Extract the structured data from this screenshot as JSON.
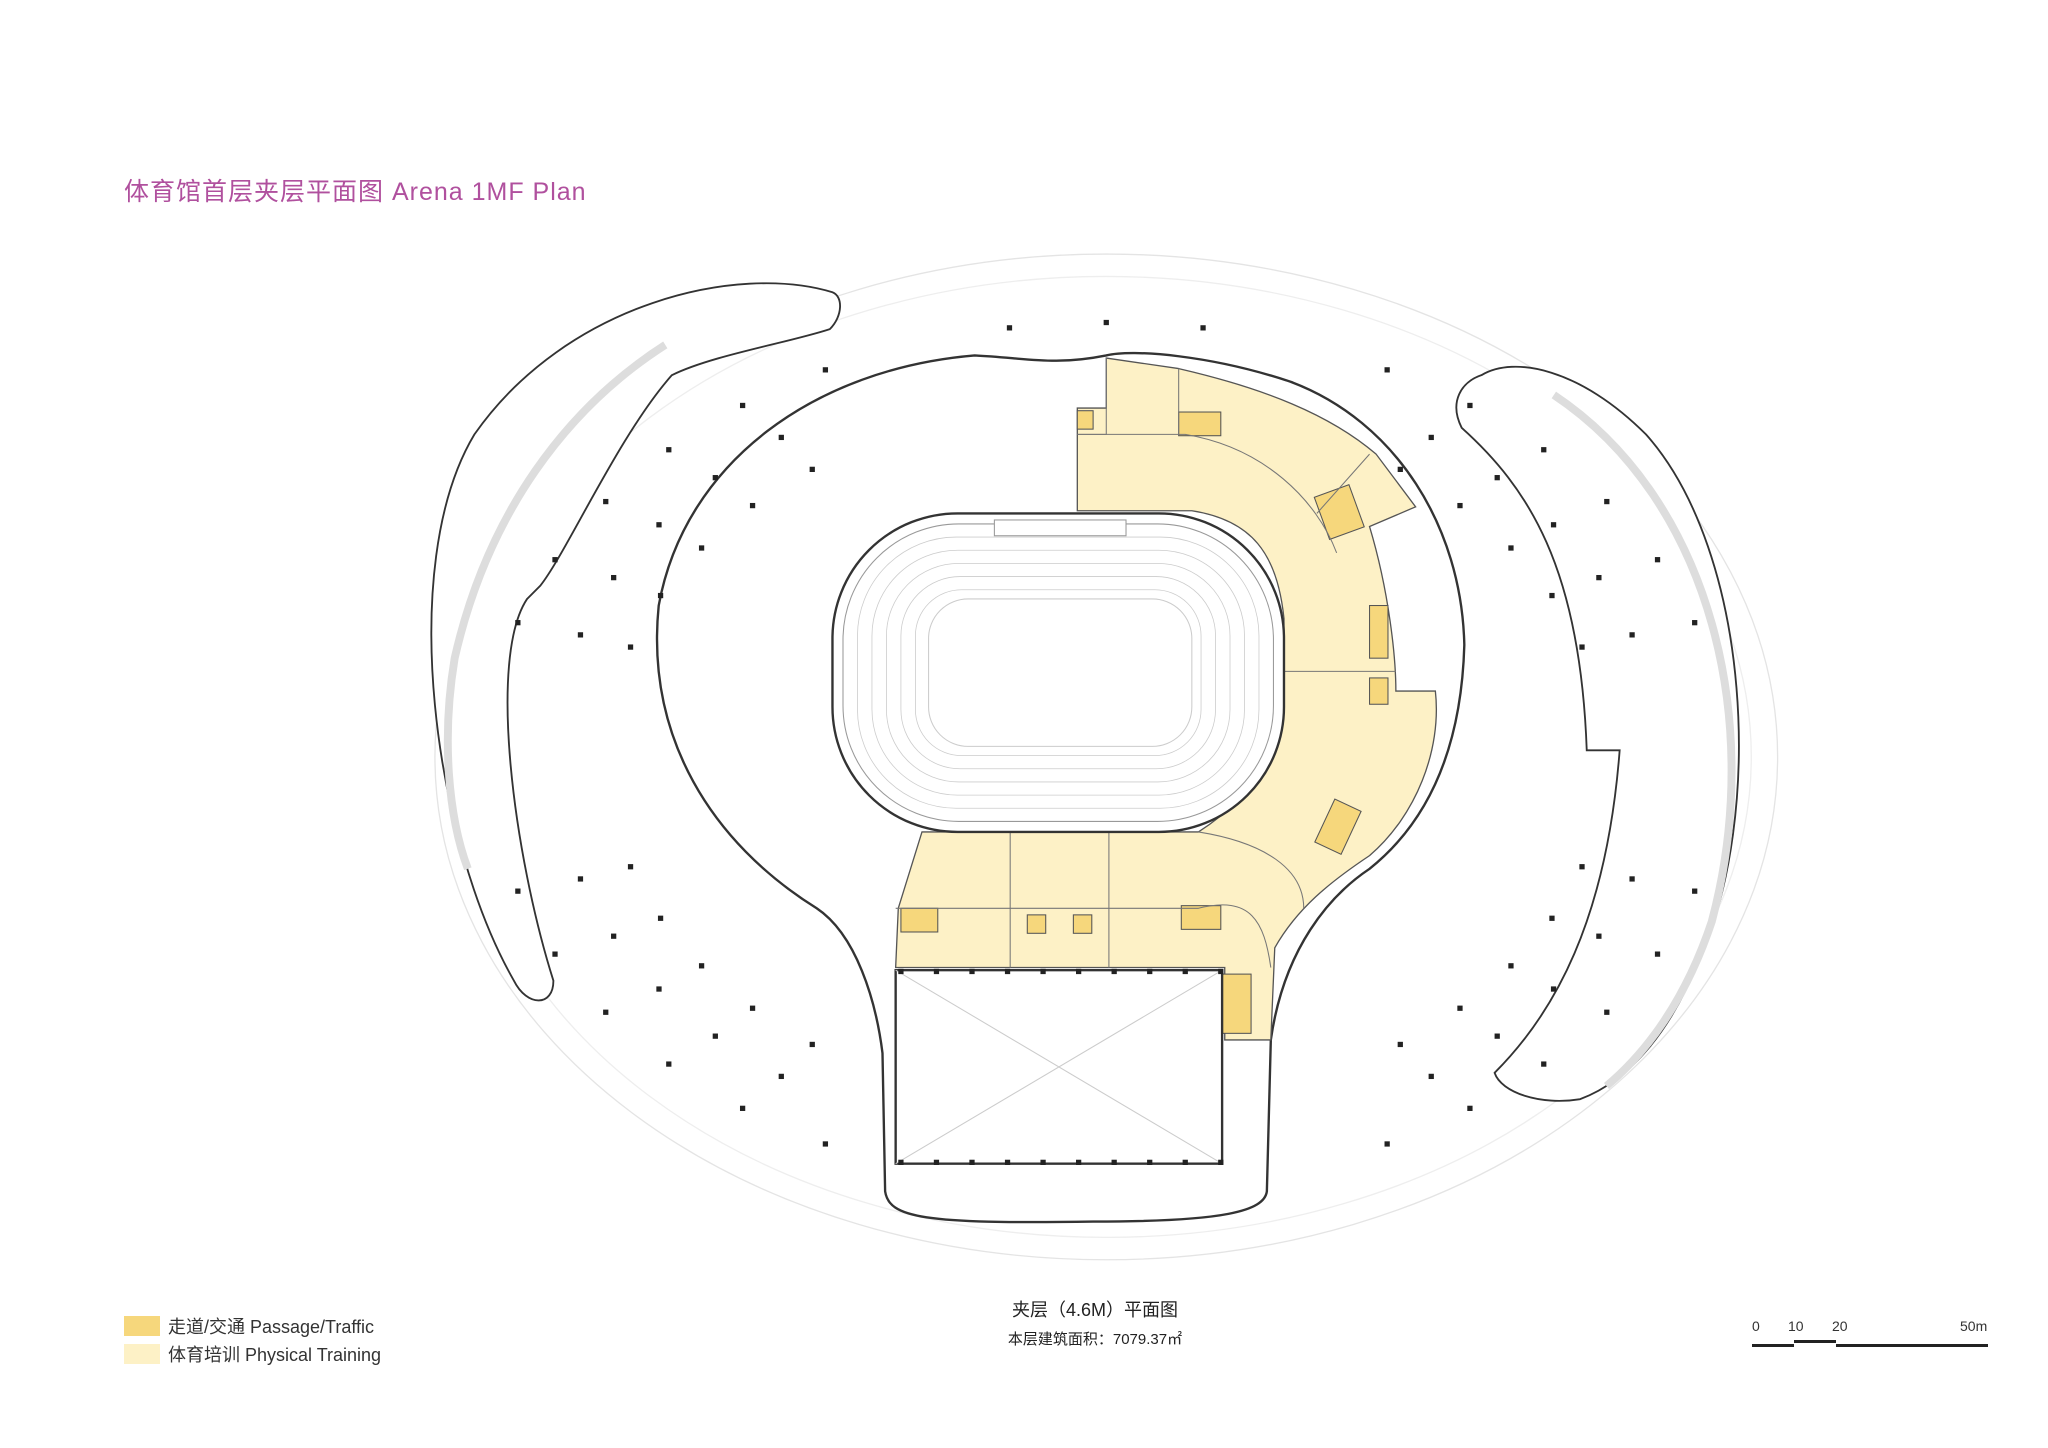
{
  "title": "体育馆首层夹层平面图 Arena 1MF Plan",
  "legend": [
    {
      "label": "走道/交通 Passage/Traffic",
      "color": "#f6d77c"
    },
    {
      "label": "体育培训 Physical Training",
      "color": "#fdf1c6"
    }
  ],
  "caption": {
    "plan_name": "夹层（4.6M）平面图",
    "area": "本层建筑面积：7079.37㎡"
  },
  "scale_bar": {
    "ticks": [
      "0",
      "10",
      "20",
      "50m"
    ]
  },
  "colors": {
    "title": "#b0509e",
    "outline": "#333333"
  }
}
